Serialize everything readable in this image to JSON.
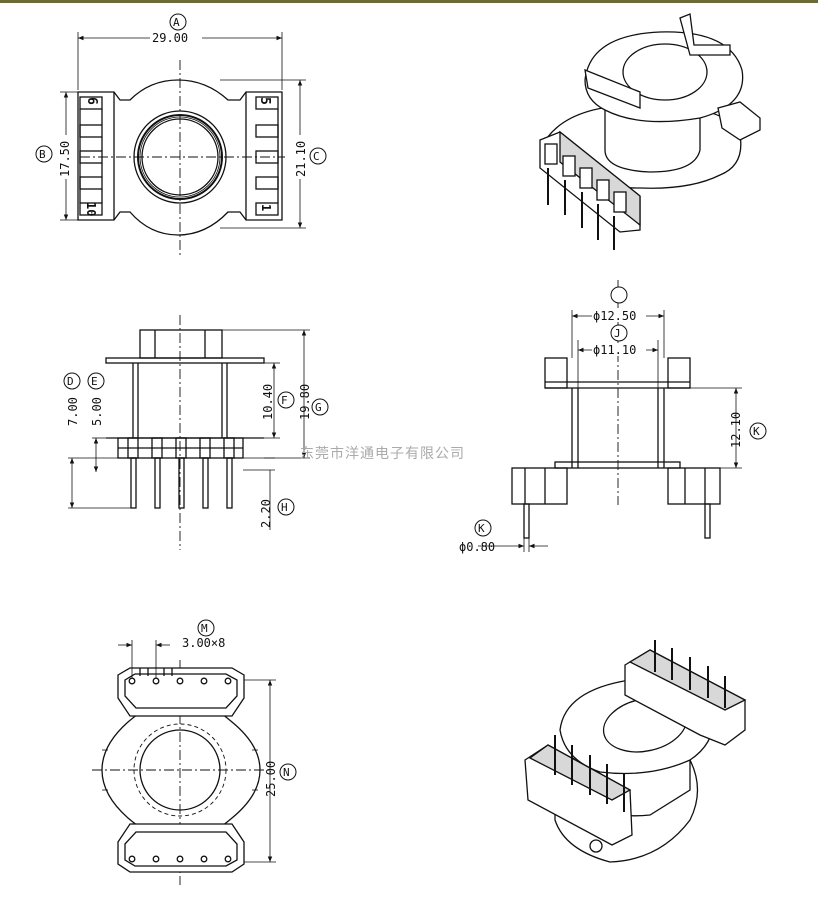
{
  "colors": {
    "top_border": "#6b6b3a",
    "ink": "#111111",
    "watermark": "#aaaaaa"
  },
  "views": {
    "top": {
      "width_dim": "29.00",
      "width_ref": "A",
      "left_dim": "17.50",
      "left_ref": "B",
      "right_dim": "21.10",
      "right_ref": "C",
      "pin_top_left": "6",
      "pin_top_right": "5",
      "pin_bottom_left": "10",
      "pin_bottom_right": "1"
    },
    "side": {
      "d_ref": "D",
      "e_ref": "E",
      "d_dim": "7.00",
      "e_dim": "5.00",
      "f_dim": "10.40",
      "f_ref": "F",
      "g_dim": "19.80",
      "g_ref": "G",
      "h_dim": "2.20",
      "h_ref": "H"
    },
    "section": {
      "i_dim": "ϕ12.50",
      "i_ref": "",
      "j_dim": "ϕ11.10",
      "j_ref": "J",
      "k_dim": "12.10",
      "k_ref": "K",
      "pin_dim": "ϕ0.80",
      "pin_ref": "K"
    },
    "bottom": {
      "m_dim": "3.00×8",
      "m_ref": "M",
      "n_dim": "25.00",
      "n_ref": "N"
    }
  },
  "watermark": "东莞市洋通电子有限公司"
}
